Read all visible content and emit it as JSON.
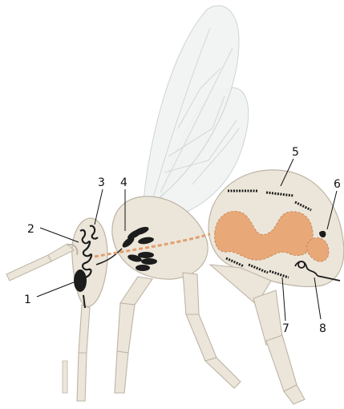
{
  "colors": {
    "background": "#ffffff",
    "body": "#ece6da",
    "body_stroke": "#bdb4a4",
    "wing": "#f1f3f3",
    "wing_vein": "#c9cfd1",
    "organ": "#e8a878",
    "gland": "#1c1c1c",
    "duct": "#e0a06f",
    "leader": "#111111"
  },
  "labels": [
    {
      "id": "1",
      "text": "1"
    },
    {
      "id": "2",
      "text": "2"
    },
    {
      "id": "3",
      "text": "3"
    },
    {
      "id": "4",
      "text": "4"
    },
    {
      "id": "5",
      "text": "5"
    },
    {
      "id": "6",
      "text": "6"
    },
    {
      "id": "7",
      "text": "7"
    },
    {
      "id": "8",
      "text": "8"
    }
  ]
}
